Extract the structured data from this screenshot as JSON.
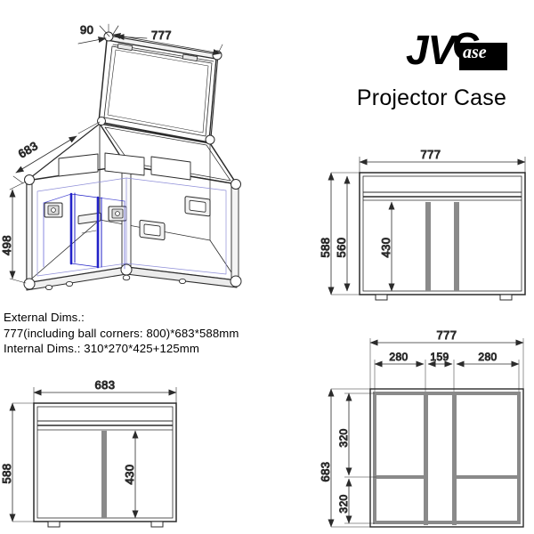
{
  "sheet": {
    "background": "#ffffff",
    "line_color": "#2b2b2b",
    "divider_color": "#2222c8",
    "panel_fill": "#9a9a9a"
  },
  "brand": {
    "jv": "JV",
    "c": "C",
    "ase": "ase",
    "full": "JVCase"
  },
  "title": "Projector Case",
  "specs": {
    "external_label": "External Dims.:",
    "external_value": "777(including ball corners: 800)*683*588mm",
    "internal_line": "Internal Dims.: 310*270*425+125mm"
  },
  "views": {
    "iso": {
      "name": "isometric-open-case",
      "dims": {
        "lid_offset": "90",
        "width": "777",
        "depth": "683",
        "height": "498"
      }
    },
    "front": {
      "name": "front-elevation",
      "dims": {
        "width": "777",
        "outer_height": "588",
        "inner_height": "560",
        "compartment_height": "430"
      }
    },
    "side": {
      "name": "side-elevation",
      "dims": {
        "width": "683",
        "outer_height": "588",
        "compartment_height": "430"
      }
    },
    "top": {
      "name": "top-plan",
      "dims": {
        "width": "777",
        "depth": "683",
        "bay_left": "280",
        "bay_center": "159",
        "bay_right": "280",
        "row_top": "320",
        "row_bottom": "320"
      }
    }
  }
}
